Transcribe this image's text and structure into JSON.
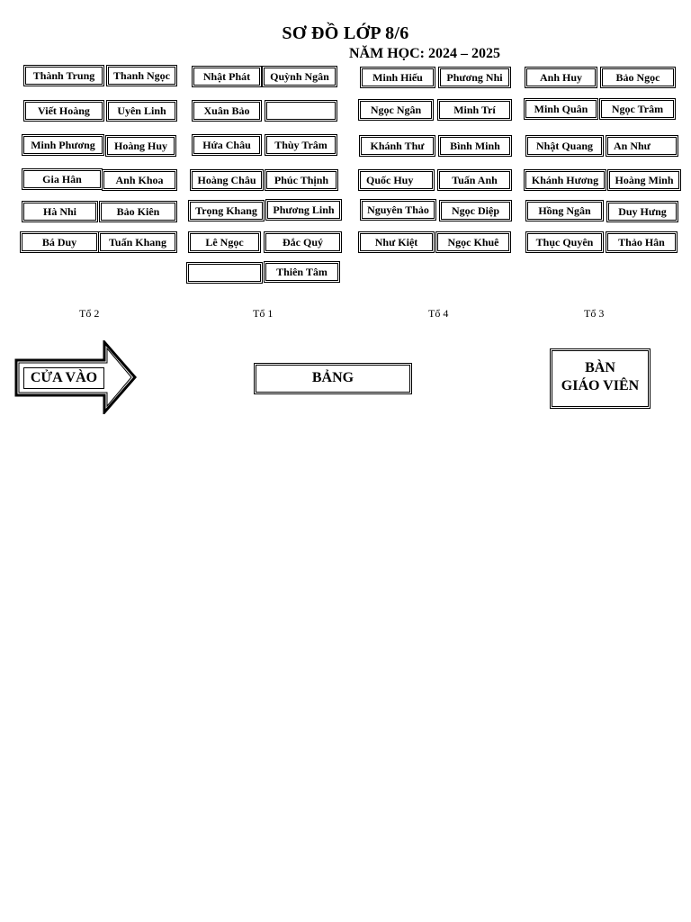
{
  "title": "SƠ ĐỒ LỚP 8/6",
  "subtitle": "NĂM HỌC: 2024 – 2025",
  "groups": {
    "to2": {
      "label": "Tổ 2",
      "rows": [
        [
          "Thành Trung",
          "Thanh Ngọc"
        ],
        [
          "Viết Hoàng",
          "Uyên Linh"
        ],
        [
          "Minh Phương",
          "Hoàng Huy"
        ],
        [
          "Gia Hân",
          "Anh Khoa"
        ],
        [
          "Hà Nhi",
          "Bảo Kiên"
        ],
        [
          "Bá Duy",
          "Tuấn Khang"
        ]
      ]
    },
    "to1": {
      "label": "Tổ 1",
      "rows": [
        [
          "Nhật Phát",
          "Quỳnh Ngân"
        ],
        [
          "Xuân Bảo",
          ""
        ],
        [
          "Hứa Châu",
          "Thùy Trâm"
        ],
        [
          "Hoàng Châu",
          "Phúc Thịnh"
        ],
        [
          "Trọng Khang",
          "Phương Linh"
        ],
        [
          "Lê Ngọc",
          "Đắc Quý"
        ],
        [
          "",
          "Thiên Tâm"
        ]
      ]
    },
    "to4": {
      "label": "Tổ 4",
      "rows": [
        [
          "Minh Hiếu",
          "Phương Nhi"
        ],
        [
          "Ngọc Ngân",
          "Minh Trí"
        ],
        [
          "Khánh Thư",
          "Bình Minh"
        ],
        [
          "Quốc Huy",
          "Tuấn Anh"
        ],
        [
          "Nguyên Thảo",
          "Ngọc Diệp"
        ],
        [
          "Như Kiệt",
          "Ngọc Khuê"
        ]
      ]
    },
    "to3": {
      "label": "Tổ 3",
      "rows": [
        [
          "Anh Huy",
          "Bảo Ngọc"
        ],
        [
          "Minh Quân",
          "Ngọc Trâm"
        ],
        [
          "Nhật Quang",
          "An Như"
        ],
        [
          "Khánh Hương",
          "Hoàng Minh"
        ],
        [
          "Hồng Ngân",
          "Duy Hưng"
        ],
        [
          "Thục Quyên",
          "Thảo Hân"
        ]
      ]
    }
  },
  "door_label": "CỬA VÀO",
  "board_label": "BẢNG",
  "teacher_desk": {
    "line1": "BÀN",
    "line2": "GIÁO VIÊN"
  }
}
